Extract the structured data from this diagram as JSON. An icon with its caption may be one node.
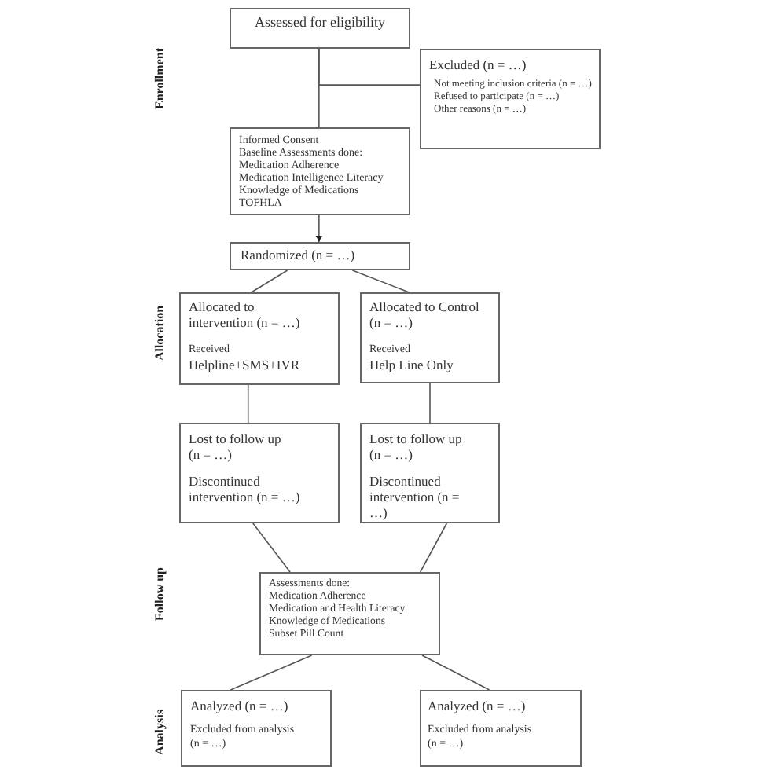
{
  "diagram": {
    "nodes": [
      {
        "text": [
          "Assessed for eligibility"
        ]
      },
      {
        "text": [
          "Excluded (n = …)",
          "Not meeting inclusion criteria (n = …)",
          "Refused to participate (n = …)",
          "Other reasons (n = …)"
        ]
      },
      {
        "text": [
          "Informed Consent",
          "Baseline Assessments done:",
          "Medication Adherence",
          "Medication Intelligence Literacy",
          "Knowledge of Medications",
          "TOFHLA"
        ]
      },
      {
        "text": [
          "Randomized (n = …)"
        ]
      },
      {
        "text": [
          "Allocated to intervention (n = …)",
          "Received",
          "Helpline+SMS+IVR"
        ]
      },
      {
        "text": [
          "Allocated to Control (n = …)",
          "Received",
          "Help Line Only"
        ]
      },
      {
        "text": [
          "Lost to follow up (n = …)",
          "Discontinued intervention (n = …)"
        ]
      },
      {
        "text": [
          "Lost to follow up (n = …)",
          "Discontinued intervention (n = …)"
        ]
      },
      {
        "text": [
          "Assessments done:",
          "Medication Adherence",
          "Medication and Health  Literacy",
          "Knowledge of Medications",
          "Subset Pill Count"
        ]
      },
      {
        "text": [
          "Analyzed (n = …)",
          "Excluded from analysis (n = …)"
        ]
      },
      {
        "text": [
          "Analyzed (n = …)",
          "Excluded from analysis (n = …)"
        ]
      }
    ],
    "edges": [
      {
        "from": 0,
        "to": 2,
        "arrow": "none"
      },
      {
        "from": 0,
        "to": 1,
        "arrow": "none"
      },
      {
        "from": 2,
        "to": 3,
        "arrow": "to"
      },
      {
        "from": 3,
        "to": 4,
        "arrow": "none"
      },
      {
        "from": 3,
        "to": 5,
        "arrow": "none"
      },
      {
        "from": 4,
        "to": 6,
        "arrow": "none"
      },
      {
        "from": 5,
        "to": 7,
        "arrow": "none"
      },
      {
        "from": 6,
        "to": 8,
        "arrow": "none"
      },
      {
        "from": 7,
        "to": 8,
        "arrow": "none"
      },
      {
        "from": 8,
        "to": 9,
        "arrow": "none"
      },
      {
        "from": 8,
        "to": 10,
        "arrow": "none"
      }
    ],
    "labels": [
      "Enrollment",
      "Allocation",
      "Follow up",
      "Analysis"
    ]
  }
}
